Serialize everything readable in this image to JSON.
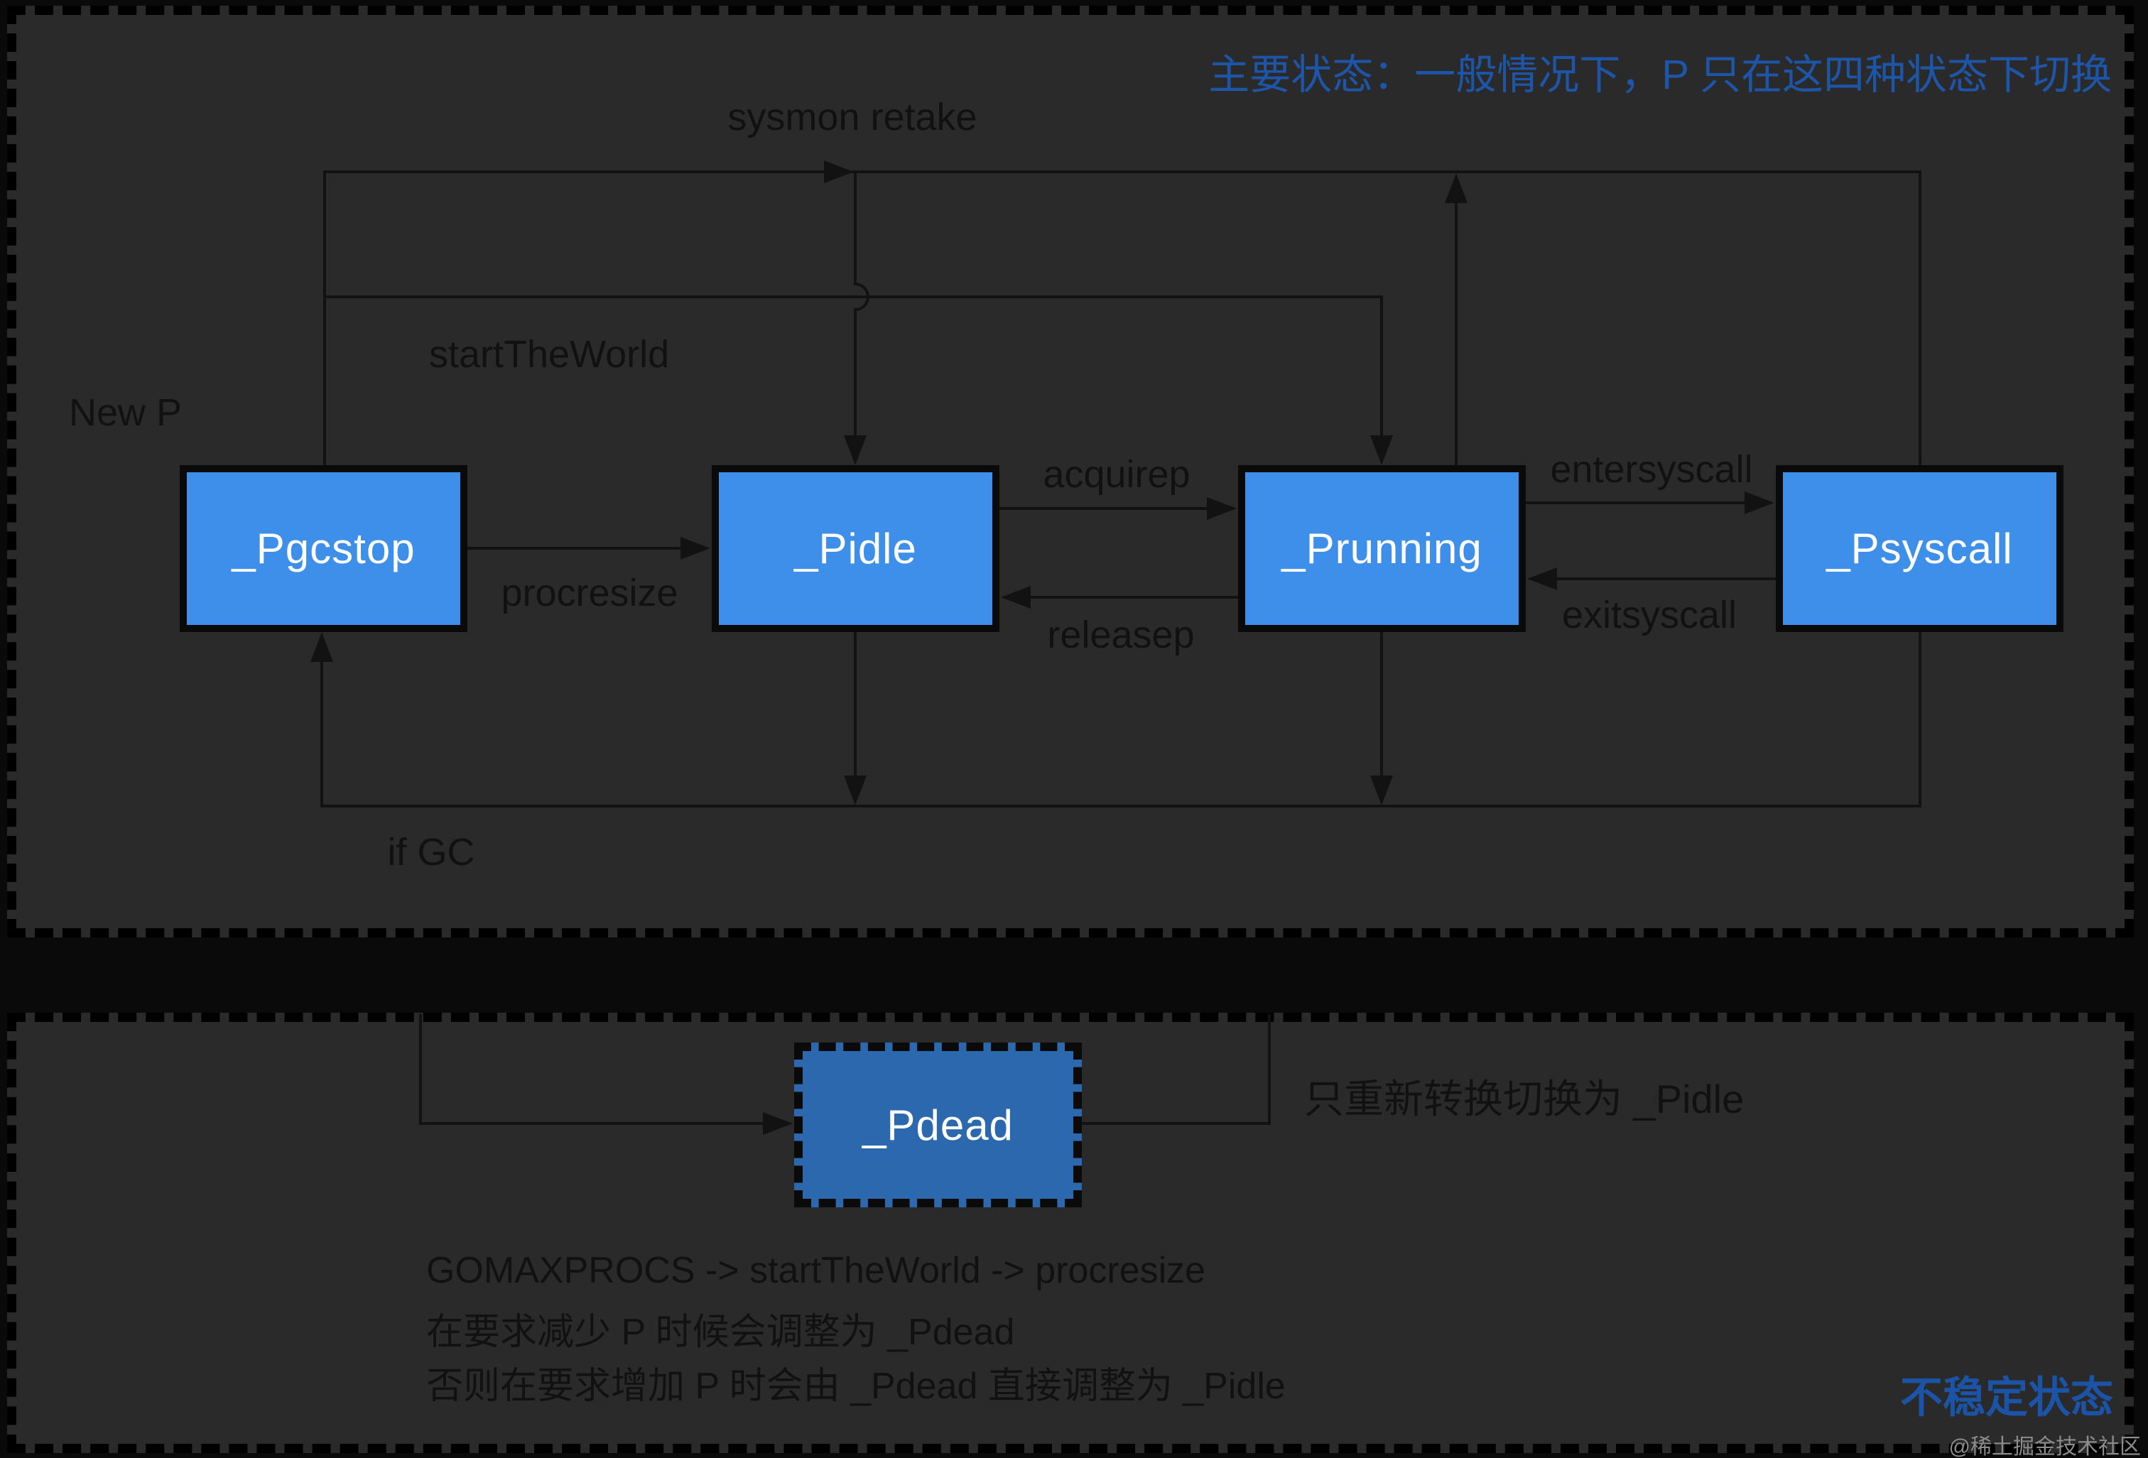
{
  "heading": {
    "text": "主要状态：一般情况下，P 只在这四种状态下切换"
  },
  "nodes": [
    {
      "label": "_Pgcstop"
    },
    {
      "label": "_Pidle"
    },
    {
      "label": "_Prunning"
    },
    {
      "label": "_Psyscall"
    },
    {
      "label": "_Pdead"
    }
  ],
  "edge_labels": {
    "sysmon_retake": "sysmon retake",
    "new_p": "New P",
    "start_the_world": "startTheWorld",
    "procresize": "procresize",
    "acquirep": "acquirep",
    "releasep": "releasep",
    "entersyscall": "entersyscall",
    "exitsyscall": "exitsyscall",
    "if_gc": "if GC"
  },
  "notes": {
    "pdead_note": "只重新转换切换为 _Pidle",
    "line1": "GOMAXPROCS -> startTheWorld -> procresize",
    "line2": "在要求减少 P 时候会调整为 _Pdead",
    "line3": "否则在要求增加 P 时会由 _Pdead 直接调整为 _Pidle",
    "unstable": "不稳定状态"
  },
  "watermark": "@稀土掘金技术社区",
  "colors": {
    "background": "#0a0a0a",
    "panel_bg": "#2a2a2b",
    "panel_border": "#000000",
    "line": "#121212",
    "node_fill": "#3e8fe9",
    "pdead_fill": "#2c68ad",
    "node_text": "#ffffff",
    "label_text": "#111111",
    "accent_blue_text": "#1d56a8",
    "watermark_text": "#8c8c8c"
  }
}
